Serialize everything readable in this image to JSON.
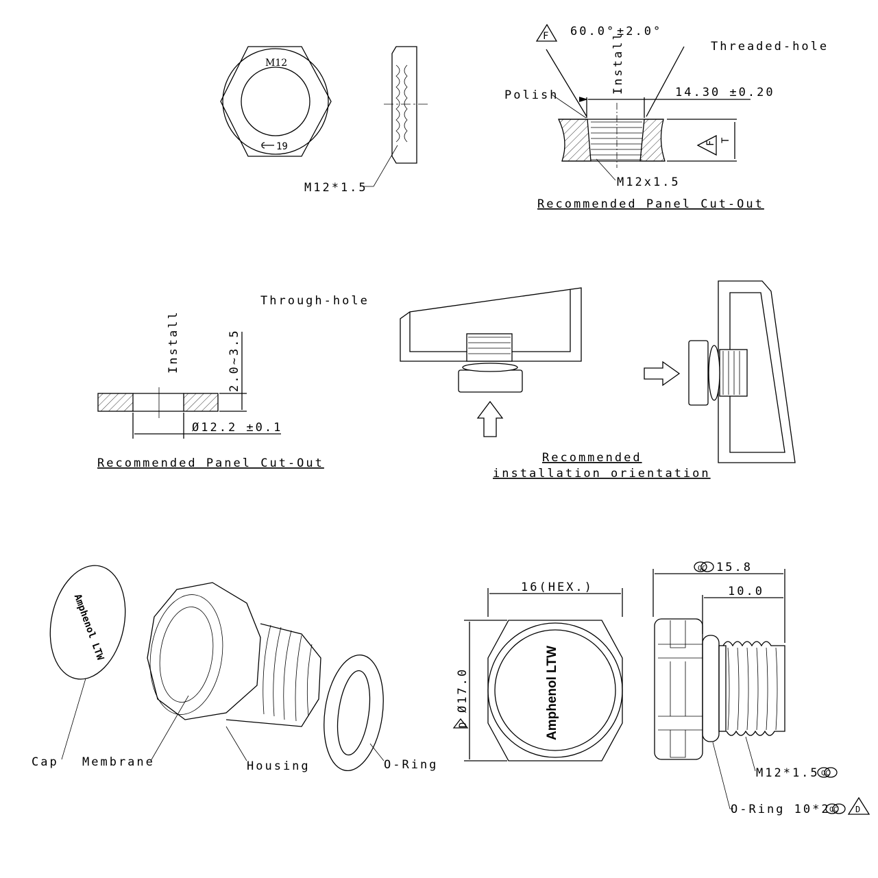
{
  "nut_view": {
    "face_label": "M12",
    "wrench_size": "19",
    "thread_callout": "M12*1.5"
  },
  "threaded_hole": {
    "angle": "60.0°",
    "angle_tol": "±2.0°",
    "install": "Install",
    "title": "Threaded-hole",
    "polish": "Polish",
    "diameter": "14.30 ±0.20",
    "datum_f": "F",
    "thickness": "T",
    "thread": "M12x1.5",
    "caption": "Recommended Panel Cut-Out"
  },
  "through_hole": {
    "title": "Through-hole",
    "install": "Install",
    "thickness": "2.0~3.5",
    "diameter": "Ø12.2 ±0.1",
    "caption": "Recommended Panel Cut-Out"
  },
  "orientation": {
    "caption_line1": "Recommended",
    "caption_line2": "installation orientation"
  },
  "exploded": {
    "cap": "Cap",
    "membrane": "Membrane",
    "housing": "Housing",
    "oring": "O-Ring",
    "cap_logo": "Amphenol LTW"
  },
  "front_view": {
    "hex": "16(HEX.)",
    "diameter": "Ø17.0",
    "datum_d": "D",
    "logo": "Amphenol LTW"
  },
  "side_view": {
    "qc": "QC",
    "length": "15.8",
    "thread_length": "10.0",
    "thread": "M12*1.5",
    "oring": "O-Ring 10*2",
    "datum_d": "D"
  }
}
